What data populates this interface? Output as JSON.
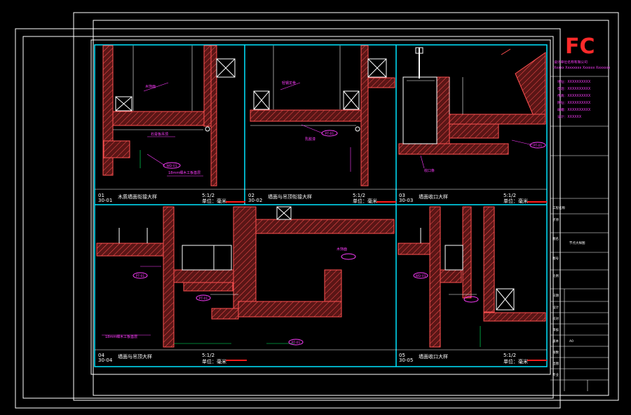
{
  "colors": {
    "background": "#000000",
    "frame": "#ffffff",
    "viewport": "#00e5ff",
    "wall_fill": "#5a1616",
    "hatch": "#ff5050",
    "annotation": "#ff3cff",
    "dimension": "#00ff66",
    "linework": "#ffffff",
    "logo_red": "#ff2a2a",
    "title_bar": "#ff1a1a"
  },
  "logo": {
    "letters": "FC"
  },
  "title_block": {
    "company_lines": [
      "设计单位名称有限公司",
      "Xxxxx Xxxxxxxx Xxxxxx Xxxxxxx"
    ],
    "info_lines": [
      "地址：XXXXXXXXXX",
      "电话：XXXXXXXXXX",
      "传真：XXXXXXXXXX",
      "网址：XXXXXXXXXX",
      "邮箱：XXXXXXXXXX",
      "设计：XXXXXX"
    ],
    "rows": [
      {
        "label": "工程名称",
        "value": ""
      },
      {
        "label": "子项",
        "value": ""
      },
      {
        "label": "图名",
        "value": "节点大样图"
      },
      {
        "label": "图号",
        "value": ""
      },
      {
        "label": "比例",
        "value": ""
      },
      {
        "label": "日期",
        "value": ""
      },
      {
        "label": "设计",
        "value": ""
      },
      {
        "label": "校对",
        "value": ""
      },
      {
        "label": "审核",
        "value": ""
      },
      {
        "label": "版本",
        "value": "A0"
      },
      {
        "label": "张数",
        "value": ""
      },
      {
        "label": "出图",
        "value": ""
      },
      {
        "label": "专业",
        "value": ""
      }
    ]
  },
  "details": [
    {
      "num": "01",
      "sheet": "30-01",
      "title": "木质墙面衔接大样",
      "scale": "5:1/2",
      "unit": "单位：毫米"
    },
    {
      "num": "02",
      "sheet": "30-02",
      "title": "墙面与吊顶衔接大样",
      "scale": "5:1/2",
      "unit": "单位：毫米"
    },
    {
      "num": "03",
      "sheet": "30-03",
      "title": "墙面收口大样",
      "scale": "5:1/2",
      "unit": "单位：毫米"
    },
    {
      "num": "04",
      "sheet": "30-04",
      "title": "墙面与吊顶大样",
      "scale": "5:1/2",
      "unit": "单位：毫米"
    },
    {
      "num": "05",
      "sheet": "30-05",
      "title": "墙面收口大样",
      "scale": "5:1/2",
      "unit": "单位：毫米"
    }
  ],
  "tags": [
    "WD-01",
    "PT-01",
    "PT-01",
    "PT-01",
    "PT-01",
    "PT-01",
    "WD-01"
  ],
  "notes": [
    "木饰面",
    "石膏板吊顶",
    "18mm细木工板基层",
    "轻钢龙骨",
    "乳胶漆",
    "收口条",
    "木饰面",
    "18mm细木工板基层"
  ]
}
